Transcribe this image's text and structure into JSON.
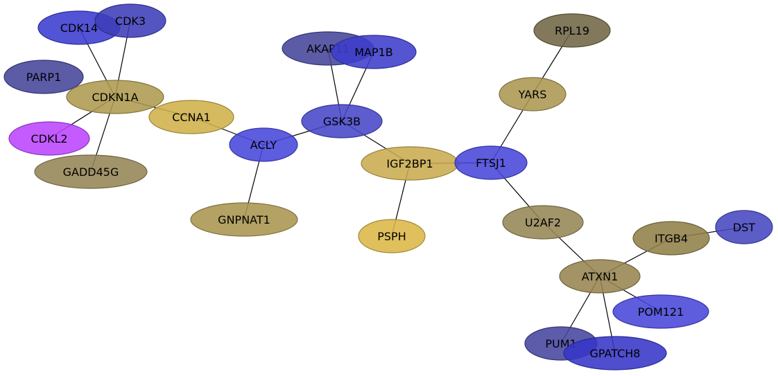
{
  "nodes": [
    {
      "id": "CDK14",
      "label": "CDK14",
      "color": "#3b3bd0"
    },
    {
      "id": "CDK3",
      "label": "CDK3",
      "color": "#3d3db8"
    },
    {
      "id": "PARP1",
      "label": "PARP1",
      "color": "#44449a"
    },
    {
      "id": "CDKN1A",
      "label": "CDKN1A",
      "color": "#ad9a4e"
    },
    {
      "id": "CDKL2",
      "label": "CDKL2",
      "color": "#bb44ff"
    },
    {
      "id": "GADD45G",
      "label": "GADD45G",
      "color": "#958555"
    },
    {
      "id": "CCNA1",
      "label": "CCNA1",
      "color": "#cfb04a"
    },
    {
      "id": "ACLY",
      "label": "ACLY",
      "color": "#4747db"
    },
    {
      "id": "GNPNAT1",
      "label": "GNPNAT1",
      "color": "#a8954e"
    },
    {
      "id": "AKAP11",
      "label": "AKAP11",
      "color": "#45459a"
    },
    {
      "id": "MAP1B",
      "label": "MAP1B",
      "color": "#3d3dcc"
    },
    {
      "id": "GSK3B",
      "label": "GSK3B",
      "color": "#4747c8"
    },
    {
      "id": "IGF2BP1",
      "label": "IGF2BP1",
      "color": "#c9ab4e"
    },
    {
      "id": "PSPH",
      "label": "PSPH",
      "color": "#dbb747"
    },
    {
      "id": "FTSJ1",
      "label": "FTSJ1",
      "color": "#4747d8"
    },
    {
      "id": "YARS",
      "label": "YARS",
      "color": "#ab9751"
    },
    {
      "id": "RPL19",
      "label": "RPL19",
      "color": "#716545"
    },
    {
      "id": "U2AF2",
      "label": "U2AF2",
      "color": "#958655"
    },
    {
      "id": "ITGB4",
      "label": "ITGB4",
      "color": "#8f7f48"
    },
    {
      "id": "DST",
      "label": "DST",
      "color": "#4747c0"
    },
    {
      "id": "ATXN1",
      "label": "ATXN1",
      "color": "#968450"
    },
    {
      "id": "POM121",
      "label": "POM121",
      "color": "#4747d8"
    },
    {
      "id": "PUM1",
      "label": "PUM1",
      "color": "#45459f"
    },
    {
      "id": "GPATCH8",
      "label": "GPATCH8",
      "color": "#3535c8"
    }
  ],
  "edges": [
    [
      "CDK14",
      "CDKN1A"
    ],
    [
      "CDK3",
      "CDKN1A"
    ],
    [
      "CDKN1A",
      "CDKL2"
    ],
    [
      "CDKN1A",
      "GADD45G"
    ],
    [
      "CDKN1A",
      "CCNA1"
    ],
    [
      "CCNA1",
      "ACLY"
    ],
    [
      "ACLY",
      "GNPNAT1"
    ],
    [
      "ACLY",
      "GSK3B"
    ],
    [
      "AKAP11",
      "GSK3B"
    ],
    [
      "MAP1B",
      "GSK3B"
    ],
    [
      "GSK3B",
      "IGF2BP1"
    ],
    [
      "IGF2BP1",
      "PSPH"
    ],
    [
      "IGF2BP1",
      "FTSJ1"
    ],
    [
      "FTSJ1",
      "YARS"
    ],
    [
      "YARS",
      "RPL19"
    ],
    [
      "FTSJ1",
      "U2AF2"
    ],
    [
      "U2AF2",
      "ATXN1"
    ],
    [
      "ATXN1",
      "ITGB4"
    ],
    [
      "ITGB4",
      "DST"
    ],
    [
      "ATXN1",
      "POM121"
    ],
    [
      "ATXN1",
      "PUM1"
    ],
    [
      "ATXN1",
      "GPATCH8"
    ]
  ]
}
